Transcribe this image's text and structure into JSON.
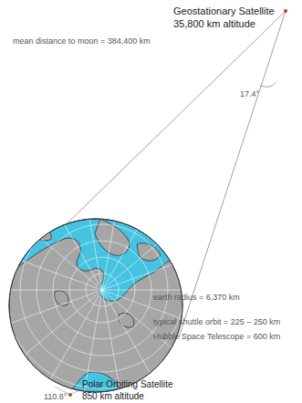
{
  "diagram": {
    "labels": [
      "Geostationary Satellite",
      "35,800  km altitude",
      "mean distance to moon = 384,400 km",
      "17.4°",
      "earth radius = 6,370 km",
      "typical shuttle orbit = 225 – 250 km",
      "Hubble Space Telescope = 600 km",
      "Polar Orbiting Satellite",
      "850  km altitude",
      "110.8°"
    ]
  }
}
